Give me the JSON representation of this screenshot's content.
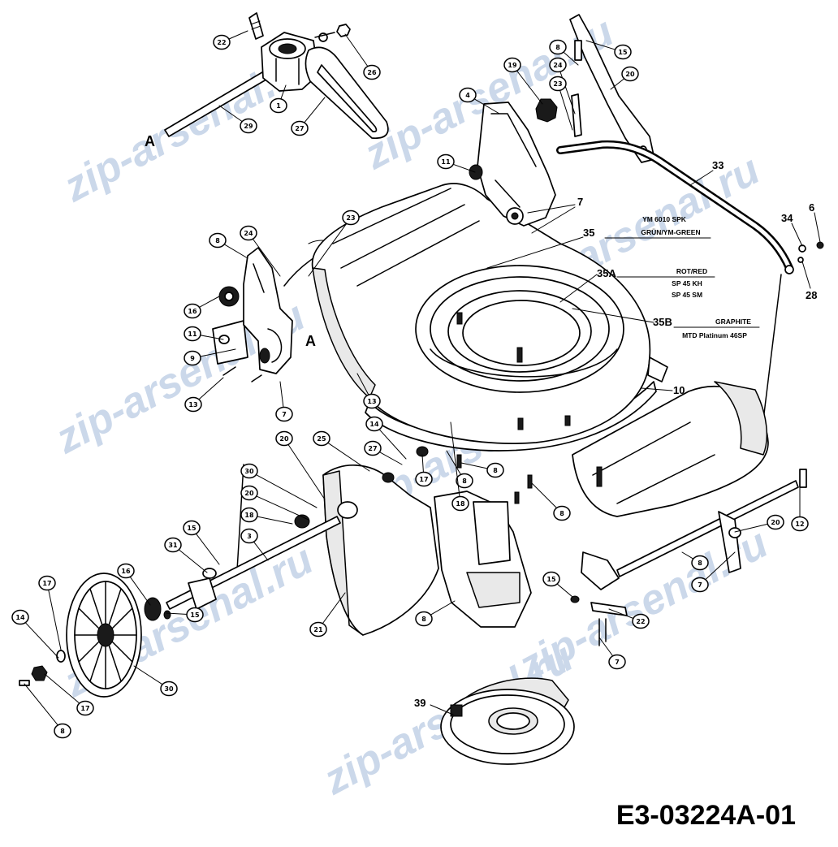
{
  "diagram": {
    "code": "E3-03224A-01",
    "watermark": "zip-arsenal.ru",
    "ref_a_shaft": "A",
    "ref_a_deck": "A"
  },
  "parts": {
    "p33": "33",
    "p34": "34",
    "p6": "6",
    "p28": "28",
    "p7": "7",
    "p35": "35",
    "p35a": "35A",
    "p35b": "35B",
    "p10": "10",
    "p39": "39"
  },
  "variants": {
    "green": {
      "model": "YM 6010 SPK",
      "color": "GRÜN/YM-GREEN"
    },
    "red": {
      "color": "ROT/RED",
      "model_1": "SP 45 KH",
      "model_2": "SP 45 SM"
    },
    "graphite": {
      "color": "GRAPHITE",
      "model": "MTD Platinum 46SP"
    }
  },
  "callouts": [
    "22",
    "26",
    "1",
    "27",
    "29",
    "4",
    "19",
    "8",
    "15",
    "24",
    "23",
    "20",
    "11",
    "23",
    "8",
    "24",
    "16",
    "11",
    "9",
    "13",
    "7",
    "13",
    "14",
    "27",
    "25",
    "20",
    "17",
    "8",
    "8",
    "18",
    "8",
    "30",
    "20",
    "18",
    "15",
    "3",
    "31",
    "16",
    "15",
    "17",
    "14",
    "17",
    "8",
    "30",
    "12",
    "20",
    "8",
    "7",
    "15",
    "8",
    "22",
    "7",
    "21"
  ],
  "colors": {
    "line": "#000000",
    "watermark": "#cbd8ea",
    "background": "#ffffff"
  }
}
